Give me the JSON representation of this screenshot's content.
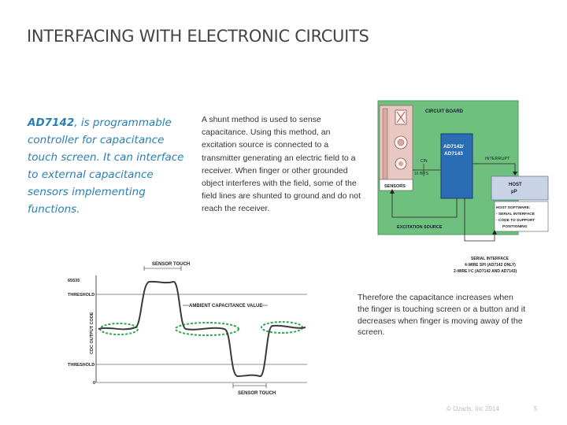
{
  "slide": {
    "title": "INTERFACING WITH ELECTRONIC CIRCUITS",
    "left_text": {
      "bold": "AD7142",
      "rest": ", is programmable controller for capacitance touch screen. It can interface to external capacitance sensors implementing functions."
    },
    "mid_text": "A shunt method is used to sense capacitance. Using this method, an excitation source is connected to a transmitter generating an electric field to a receiver. When finger or other grounded object interferes with the field, some of the field lines are shunted to ground and do not reach the receiver.",
    "right_text": "Therefore the capacitance increases when the finger is touching screen or a button and it decreases when finger is moving away of the screen.",
    "footer_copyright": "© Ozarts, Inc 2014",
    "page_number": "5"
  },
  "circuit": {
    "board_label": "CIRCUIT BOARD",
    "chip_label_1": "AD7142/",
    "chip_label_2": "AD7143",
    "cin_label": "CIN",
    "bits_label": "16 BITS",
    "sensors_label": "SENSORS",
    "interrupt_label": "INTERRUPT",
    "excitation_label": "EXCITATION SOURCE",
    "host_label_1": "HOST",
    "host_label_2": "µP",
    "host_sw_1": "HOST SOFTWARE:",
    "host_sw_2": "- SERIAL INTERFACE",
    "host_sw_3": "- CODE TO SUPPORT",
    "host_sw_4": "POSITIONING",
    "serial_1": "SERIAL INTERFACE",
    "serial_2": "4-WIRE SPI (AD7142 ONLY)",
    "serial_3": "2-WIRE I²C (AD7142 AND AD7143)",
    "colors": {
      "board": "#6fbf7e",
      "chip": "#2a6db5",
      "host": "#c9d3e6"
    }
  },
  "waveform": {
    "sensor_touch_top": "SENSOR TOUCH",
    "sensor_touch_bottom": "SENSOR TOUCH",
    "ambient_label": "AMBIENT CAPACITANCE VALUE",
    "ylabel": "CDC OUTPUT CODE",
    "ymax_label": "65535",
    "threshold_high": "THRESHOLD",
    "threshold_low": "THRESHOLD",
    "zero_label": "0",
    "colors": {
      "curve": "#3a3a3a",
      "ambient": "#2eaa4a"
    }
  }
}
